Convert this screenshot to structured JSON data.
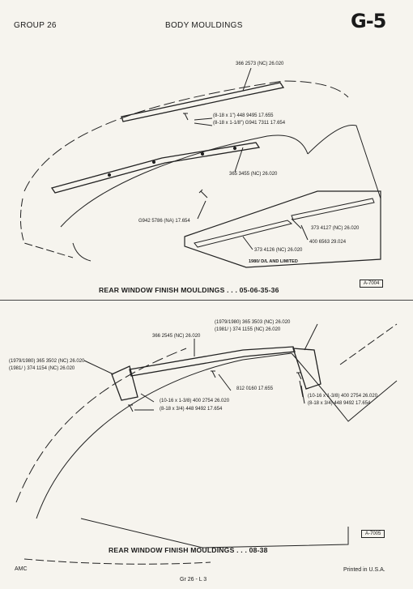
{
  "header": {
    "group": "GROUP 26",
    "title": "BODY MOULDINGS",
    "page_code": "G-5"
  },
  "figure1": {
    "parts": [
      "366 2573 (NC) 26.020",
      "(8-18 x 1\") 448 9495  17.655",
      "(8-18 x 1-1/8\") G941 7311  17.654",
      "365 3455 (NC) 26.020",
      "G942 5786 (NA) 17.654",
      "373 4127 (NC) 26.020",
      "400 6563 29.024",
      "373 4126 (NC) 26.020",
      "1980/ D/L AND LIMITED"
    ],
    "caption": "REAR WINDOW FINISH MOULDINGS . . . 05-06-35-36",
    "ref": "A-7004"
  },
  "figure2": {
    "parts": [
      "(1979/1980) 365 3503 (NC) 26.020",
      "(1981/ ) 374 1155 (NC) 26.020",
      "366 2545 (NC) 26.020",
      "(1979/1980) 365 3502 (NC) 26.020",
      "(1981/ ) 374 1154 (NC) 26.020",
      "812 0160  17.655",
      "(10-16 x 1-3/8) 400 2754  26.020",
      "(8-18 x 3/4) 448 9492  17.654",
      "(10-16 x 1-3/8) 400 2754  26.020",
      "(8-18 x 3/4) 448 9492  17.654"
    ],
    "caption": "REAR WINDOW FINISH MOULDINGS . . . 08-38",
    "ref": "A-7005"
  },
  "footer": {
    "left": "AMC",
    "center": "Gr 26 - L 3",
    "right": "Printed in U.S.A."
  }
}
